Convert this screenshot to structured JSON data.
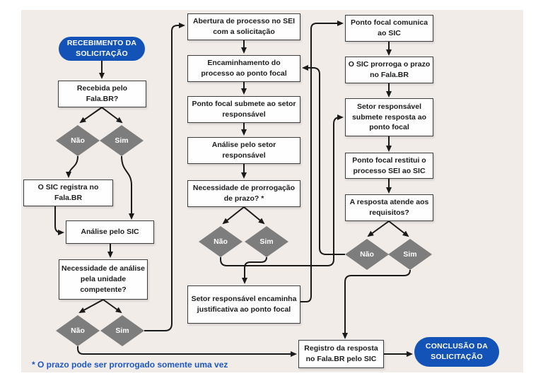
{
  "colors": {
    "page_bg": "#ffffff",
    "canvas_bg": "#f2ece9",
    "pill_blue": "#1353b8",
    "diamond_gray": "#7d7d7d",
    "box_bg": "#fefefe",
    "box_border": "#3d3d3d",
    "line": "#1a1a1a",
    "footnote_blue": "#1b57c8"
  },
  "flowchart": {
    "start": "RECEBIMENTO DA SOLICITAÇÃO",
    "end": "CONCLUSÃO DA SOLICITAÇÃO",
    "decision_labels": {
      "no": "Não",
      "yes": "Sim"
    },
    "steps": {
      "recebida": "Recebida pelo Fala.BR?",
      "sic_registra": "O SIC registra no Fala.BR",
      "analise_sic": "Análise pelo SIC",
      "unidade": "Necessidade de análise pela unidade competente?",
      "abertura": "Abertura de processo no SEI com a solicitação",
      "encaminhamento": "Encaminhamento do processo ao ponto focal",
      "submete_setor": "Ponto focal submete ao setor responsável",
      "analise_setor": "Análise pelo setor responsável",
      "prorrogacao": "Necessidade de prorrogação de prazo? *",
      "justificativa": "Setor responsável encaminha justificativa ao ponto focal",
      "comunica": "Ponto focal comunica ao SIC",
      "prorroga": "O SIC prorroga o prazo no Fala.BR",
      "submete_resposta": "Setor responsável submete resposta ao ponto focal",
      "restitui": "Ponto focal restitui o processo SEI ao SIC",
      "requisitos": "A resposta atende aos requisitos?",
      "registro": "Registro da resposta no Fala.BR pelo SIC"
    },
    "footnote": "* O prazo pode ser prorrogado somente uma vez"
  }
}
